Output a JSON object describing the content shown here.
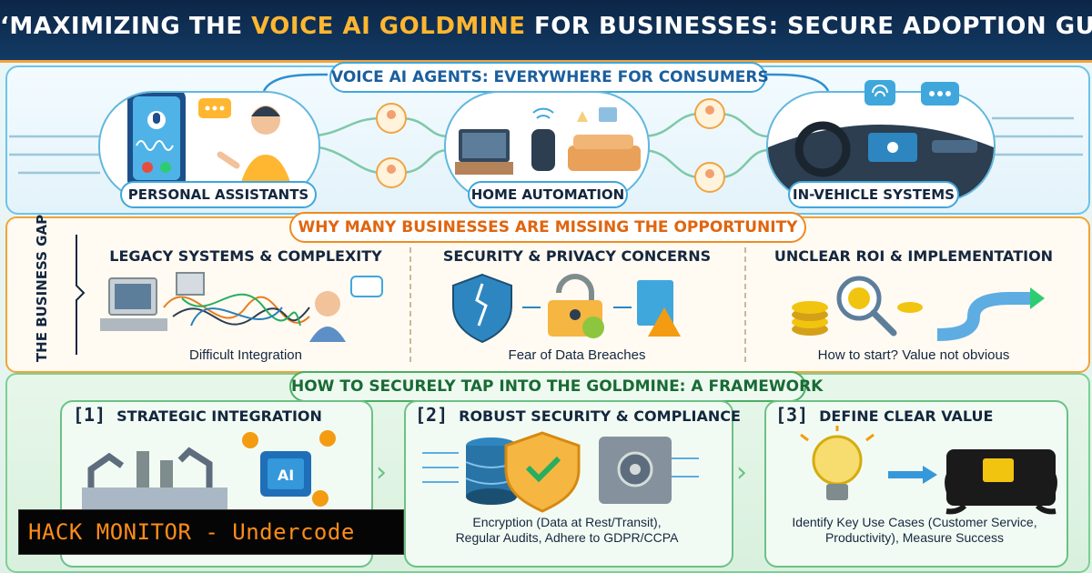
{
  "title": {
    "prefix": "‘MAXIMIZING THE ",
    "highlight": "VOICE AI GOLDMINE",
    "suffix": " FOR BUSINESSES: SECURE ADOPTION GUIDE"
  },
  "consumer": {
    "banner": "VOICE AI AGENTS: EVERYWHERE FOR CONSUMERS",
    "scenes": [
      {
        "label": "PERSONAL ASSISTANTS",
        "icon": "smartphone-assistant-icon"
      },
      {
        "label": "HOME AUTOMATION",
        "icon": "smart-speaker-living-room-icon"
      },
      {
        "label": "IN-VEHICLE SYSTEMS",
        "icon": "car-dashboard-icon"
      }
    ]
  },
  "gap": {
    "side_label": "THE BUSINESS GAP",
    "banner": "WHY MANY BUSINESSES ARE MISSING THE OPPORTUNITY",
    "columns": [
      {
        "heading": "LEGACY SYSTEMS & COMPLEXITY",
        "caption": "Difficult Integration",
        "icon": "tangled-wires-computer-icon"
      },
      {
        "heading": "SECURITY & PRIVACY CONCERNS",
        "caption": "Fear of Data Breaches",
        "icon": "broken-shield-lock-icon"
      },
      {
        "heading": "UNCLEAR ROI & IMPLEMENTATION",
        "caption": "How to start? Value not obvious",
        "icon": "coins-magnifier-path-icon"
      }
    ]
  },
  "framework": {
    "banner": "HOW TO SECURELY TAP INTO THE GOLDMINE: A FRAMEWORK",
    "steps": [
      {
        "num": "[1]",
        "heading": "STRATEGIC INTEGRATION",
        "caption": "",
        "icon": "factory-robot-ai-chip-icon",
        "chip_text": "AI"
      },
      {
        "num": "[2]",
        "heading": "ROBUST SECURITY & COMPLIANCE",
        "caption_line1": "Encryption (Data at Rest/Transit),",
        "caption_line2": "Regular Audits, Adhere to GDPR/CCPA",
        "icon": "database-shield-vault-icon"
      },
      {
        "num": "[3]",
        "heading": "DEFINE CLEAR VALUE",
        "caption_line1": "Identify Key Use Cases (Customer Service,",
        "caption_line2": "Productivity), Measure Success",
        "icon": "lightbulb-coins-icon"
      }
    ]
  },
  "watermark": {
    "text": "HACK MONITOR - Undercode"
  },
  "colors": {
    "navy": "#0c2647",
    "gold": "#ffb630",
    "blue": "#3fa7dc",
    "orange": "#f08a1e",
    "green": "#4cae63"
  }
}
